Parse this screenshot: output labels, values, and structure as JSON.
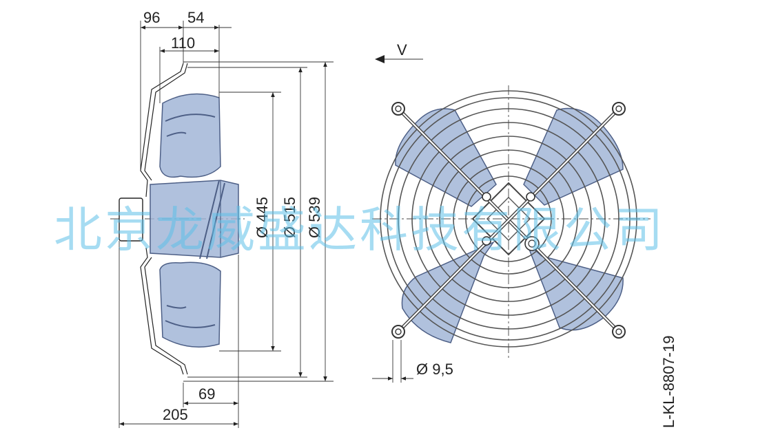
{
  "side_view": {
    "dim_96": "96",
    "dim_54": "54",
    "dim_110": "110",
    "dim_445": "Ø 445",
    "dim_515": "Ø 515",
    "dim_539": "Ø 539",
    "dim_69": "69",
    "dim_205": "205"
  },
  "front_view": {
    "view_label": "V",
    "hole_dim": "Ø 9,5"
  },
  "drawing_code": "L-KL-8807-19",
  "watermark": "北京龙威盛达科技有限公司",
  "colors": {
    "blade": "#9fb3d6",
    "watermark": "#5ec0e8"
  }
}
